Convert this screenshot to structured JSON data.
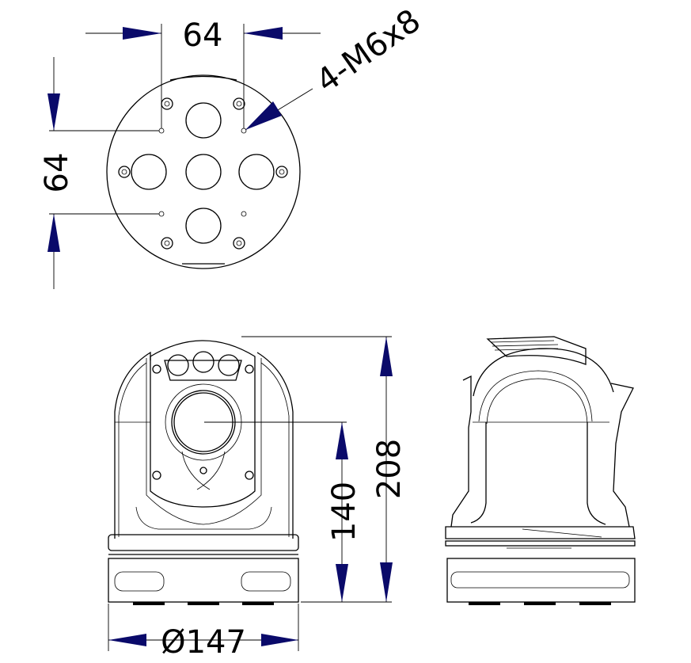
{
  "dimensions": {
    "top_hole_spacing_x": "64",
    "top_hole_spacing_y": "64",
    "thread_callout": "4-M6x8",
    "overall_height": "208",
    "center_height": "140",
    "base_diameter": "Ø147"
  },
  "colors": {
    "arrow": "#0a0a6a",
    "line": "#000000"
  }
}
